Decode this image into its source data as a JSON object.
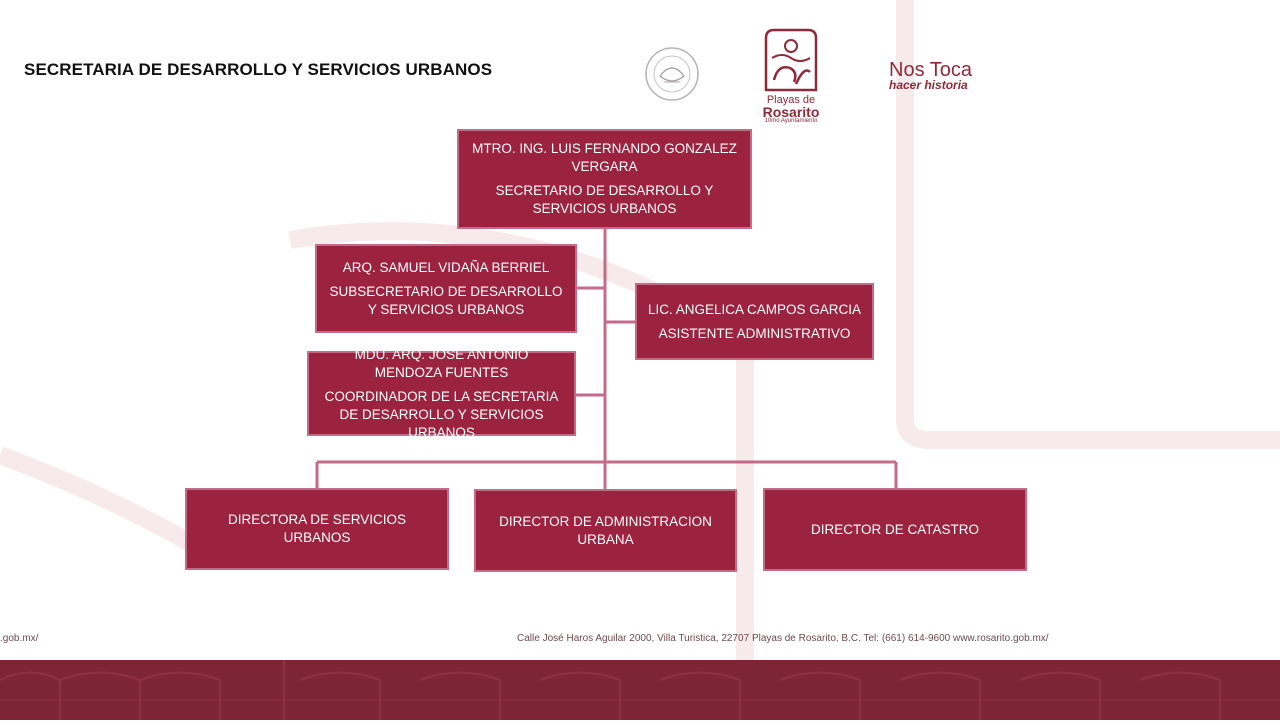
{
  "header": {
    "title": "SECRETARIA DE DESARROLLO Y SERVICIOS URBANOS"
  },
  "logos": {
    "seal_icon": "municipal-seal-icon",
    "rosarito_icon": "rosarito-shield-icon",
    "rosarito_line1": "Playas de",
    "rosarito_line2": "Rosarito",
    "rosarito_line3": "10mo Ayuntamiento",
    "slogan_line1": "Nos Toca",
    "slogan_line2": "hacer historia"
  },
  "org": {
    "secretary": {
      "name": "MTRO. ING. LUIS FERNANDO GONZALEZ VERGARA",
      "role": "SECRETARIO DE DESARROLLO Y SERVICIOS URBANOS"
    },
    "subsecretary": {
      "name": "ARQ. SAMUEL VIDAÑA BERRIEL",
      "role": "SUBSECRETARIO DE DESARROLLO Y SERVICIOS URBANOS"
    },
    "assistant": {
      "name": "LIC. ANGELICA CAMPOS GARCIA",
      "role": "ASISTENTE ADMINISTRATIVO"
    },
    "coordinator": {
      "name": "MDU. ARQ. JOSE ANTONIO MENDOZA FUENTES",
      "role": "COORDINADOR DE LA SECRETARIA DE DESARROLLO Y SERVICIOS URBANOS"
    },
    "directors": [
      {
        "title": "DIRECTORA DE SERVICIOS URBANOS"
      },
      {
        "title": "DIRECTOR DE ADMINISTRACION URBANA"
      },
      {
        "title": "DIRECTOR DE CATASTRO"
      }
    ]
  },
  "footer": {
    "address": "Calle José Haros Aguilar 2000, Villa Turistica, 22707 Playas de Rosarito, B.C. Tel: (661) 614-9600  www.rosarito.gob.mx/",
    "url_fragment": ".gob.mx/"
  },
  "colors": {
    "box_fill": "#9b2340",
    "box_border": "#c46b8a",
    "connector": "#c46b8a",
    "brand": "#8f2a3b",
    "band": "#7d2534"
  }
}
